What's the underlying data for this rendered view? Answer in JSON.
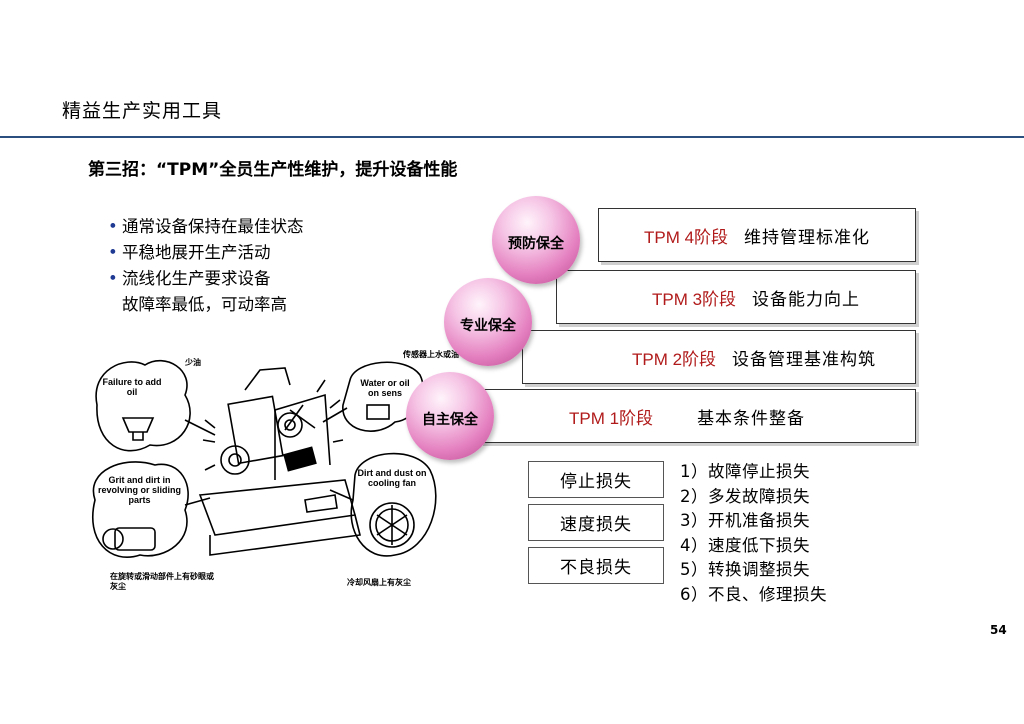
{
  "header": {
    "title": "精益生产实用工具"
  },
  "subtitle": "第三招：“TPM”全员生产性维护，提升设备性能",
  "bullets": [
    {
      "text": "通常设备保持在最佳状态"
    },
    {
      "text": "平稳地展开生产活动"
    },
    {
      "text": "流线化生产要求设备",
      "continuation": "故障率最低，可动率高"
    }
  ],
  "stages": [
    {
      "tpm": "TPM 4阶段",
      "desc": "维持管理标准化"
    },
    {
      "tpm": "TPM 3阶段",
      "desc": "设备能力向上"
    },
    {
      "tpm": "TPM 2阶段",
      "desc": "设备管理基准构筑"
    },
    {
      "tpm": "TPM 1阶段",
      "desc": "基本条件整备"
    }
  ],
  "maintenance": [
    {
      "label": "预防保全"
    },
    {
      "label": "专业保全"
    },
    {
      "label": "自主保全"
    }
  ],
  "loss_types": [
    "停止损失",
    "速度损失",
    "不良损失"
  ],
  "losses": [
    "1）故障停止损失",
    "2）多发故障损失",
    "3）开机准备损失",
    "4）速度低下损失",
    "5）转换调整损失",
    "6）不良、修理损失"
  ],
  "illustration": {
    "bubble_failure": "Failure to add oil",
    "bubble_grit": "Grit and dirt in revolving or sliding parts",
    "bubble_water": "Water or oil on sens",
    "bubble_dirt": "Dirt and dust on cooling fan",
    "cap_oil": "少油",
    "cap_sensor": "传感器上水或油",
    "cap_revolving": "在旋转或滑动部件上有砂眼或灰尘",
    "cap_fan": "冷却风扇上有灰尘"
  },
  "page_number": "54",
  "colors": {
    "rule": "#2b4f7f",
    "stage_text": "#b11a1a",
    "ball": "#e47fbf"
  }
}
